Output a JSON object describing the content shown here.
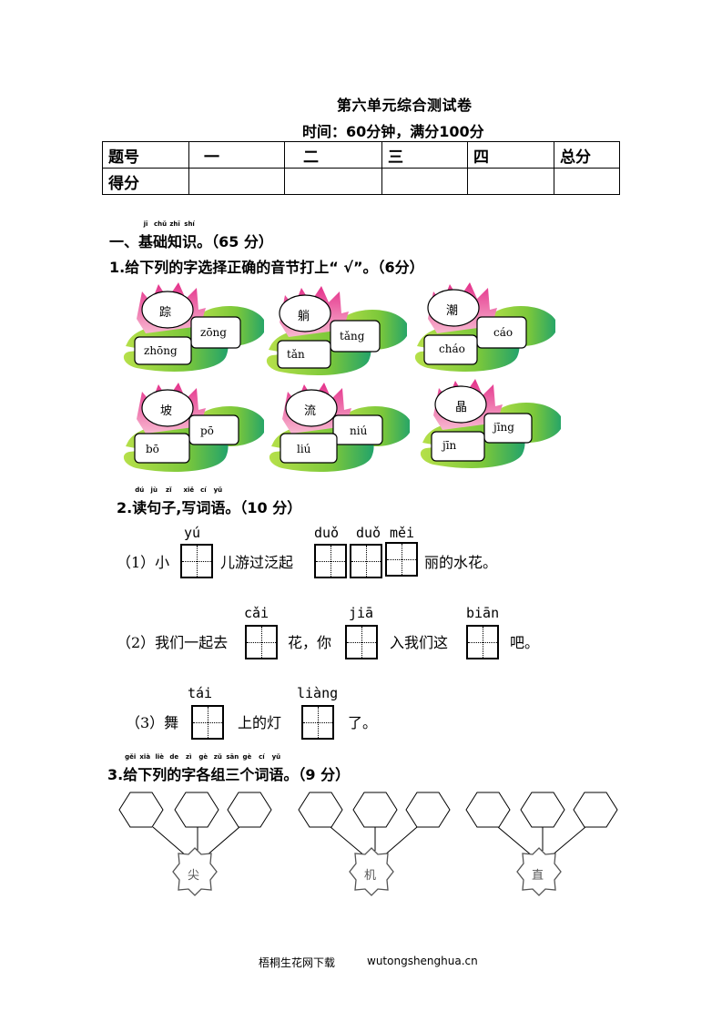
{
  "header": {
    "title": "第六单元综合测试卷",
    "subtitle": "时间：60分钟，满分100分"
  },
  "score_table": {
    "row1": [
      "题号",
      "一",
      "二",
      "三",
      "四",
      "总分"
    ],
    "row2": [
      "得分",
      "",
      "",
      "",
      "",
      ""
    ]
  },
  "section1": {
    "heading": "一、基础知识。（65分）",
    "heading_parts": [
      {
        "text": "一、",
        "py": ""
      },
      {
        "text": "基",
        "py": "jī"
      },
      {
        "text": "础",
        "py": "chǔ"
      },
      {
        "text": "知",
        "py": "zhī"
      },
      {
        "text": "识",
        "py": "shí"
      },
      {
        "text": "。（65 分）",
        "py": ""
      }
    ],
    "q1": {
      "title": "1.给下列的字选择正确的音节打上“ √”。（6分）",
      "items": [
        {
          "char": "踪",
          "opt_upper": "zōng",
          "opt_lower": "zhōng"
        },
        {
          "char": "躺",
          "opt_upper": "tǎng",
          "opt_lower": "tǎn"
        },
        {
          "char": "潮",
          "opt_upper": "cáo",
          "opt_lower": "cháo"
        },
        {
          "char": "坡",
          "opt_upper": "pō",
          "opt_lower": "bō"
        },
        {
          "char": "流",
          "opt_upper": "niú",
          "opt_lower": "liú"
        },
        {
          "char": "晶",
          "opt_upper": "jīng",
          "opt_lower": "jīn"
        }
      ]
    },
    "q2": {
      "title_parts": [
        {
          "text": "2.",
          "py": ""
        },
        {
          "text": "读",
          "py": "dú"
        },
        {
          "text": "句",
          "py": "jù"
        },
        {
          "text": "子",
          "py": "zǐ"
        },
        {
          "text": ",",
          "py": ""
        },
        {
          "text": "写",
          "py": "xiě"
        },
        {
          "text": "词",
          "py": "cí"
        },
        {
          "text": "语",
          "py": "yǔ"
        },
        {
          "text": "。（10 分）",
          "py": ""
        }
      ],
      "s1": {
        "label": "（1）小",
        "mid": "儿游过泛起",
        "end": "丽的水花。",
        "pinyin": [
          "yú",
          "duǒ",
          "duǒ",
          "měi"
        ]
      },
      "s2": {
        "label": "（2）我们一起去",
        "mid1": "花，你",
        "mid2": "入我们这",
        "end": "吧。",
        "pinyin": [
          "cǎi",
          "jiā",
          "biān"
        ]
      },
      "s3": {
        "label": "（3）舞",
        "mid": "上的灯",
        "end": "了。",
        "pinyin": [
          "tái",
          "liàng"
        ]
      }
    },
    "q3": {
      "title_parts": [
        {
          "text": "3.",
          "py": ""
        },
        {
          "text": "给",
          "py": "gěi"
        },
        {
          "text": "下",
          "py": "xià"
        },
        {
          "text": "列",
          "py": "liè"
        },
        {
          "text": "的",
          "py": "de"
        },
        {
          "text": "字",
          "py": "zì"
        },
        {
          "text": "各",
          "py": "gè"
        },
        {
          "text": "组",
          "py": "zǔ"
        },
        {
          "text": "三",
          "py": "sān"
        },
        {
          "text": "个",
          "py": "gè"
        },
        {
          "text": "词",
          "py": "cí"
        },
        {
          "text": "语",
          "py": "yǔ"
        },
        {
          "text": "。（9 分）",
          "py": ""
        }
      ],
      "groups": [
        {
          "char": "尖"
        },
        {
          "char": "机"
        },
        {
          "char": "直"
        }
      ]
    }
  },
  "footer": {
    "site_name": "梧桐生花网下载",
    "url": "wutongshenghua.cn"
  },
  "colors": {
    "lotus_pink": "#e0207a",
    "leaf_green_light": "#a8d83a",
    "leaf_green_dark": "#2aa85a"
  }
}
